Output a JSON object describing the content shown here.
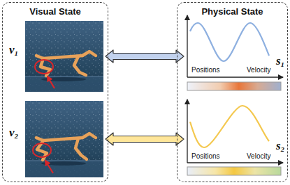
{
  "diagram": {
    "nodes": [
      {
        "text": [
          "Visual State"
        ]
      },
      {
        "text": [
          "v₁"
        ],
        "in": 0
      },
      {
        "text": [
          "v₂"
        ],
        "in": 0
      },
      {
        "text": [
          "Physical State"
        ]
      },
      {
        "text": [
          "Positions",
          "Velocity",
          "s₁"
        ],
        "in": 3
      },
      {
        "text": [
          "Positions",
          "Velocity",
          "s₂"
        ],
        "in": 3
      }
    ],
    "edges": [
      {
        "from": 1,
        "to": 4,
        "arrow": "both"
      },
      {
        "from": 2,
        "to": 5,
        "arrow": "both"
      }
    ]
  }
}
